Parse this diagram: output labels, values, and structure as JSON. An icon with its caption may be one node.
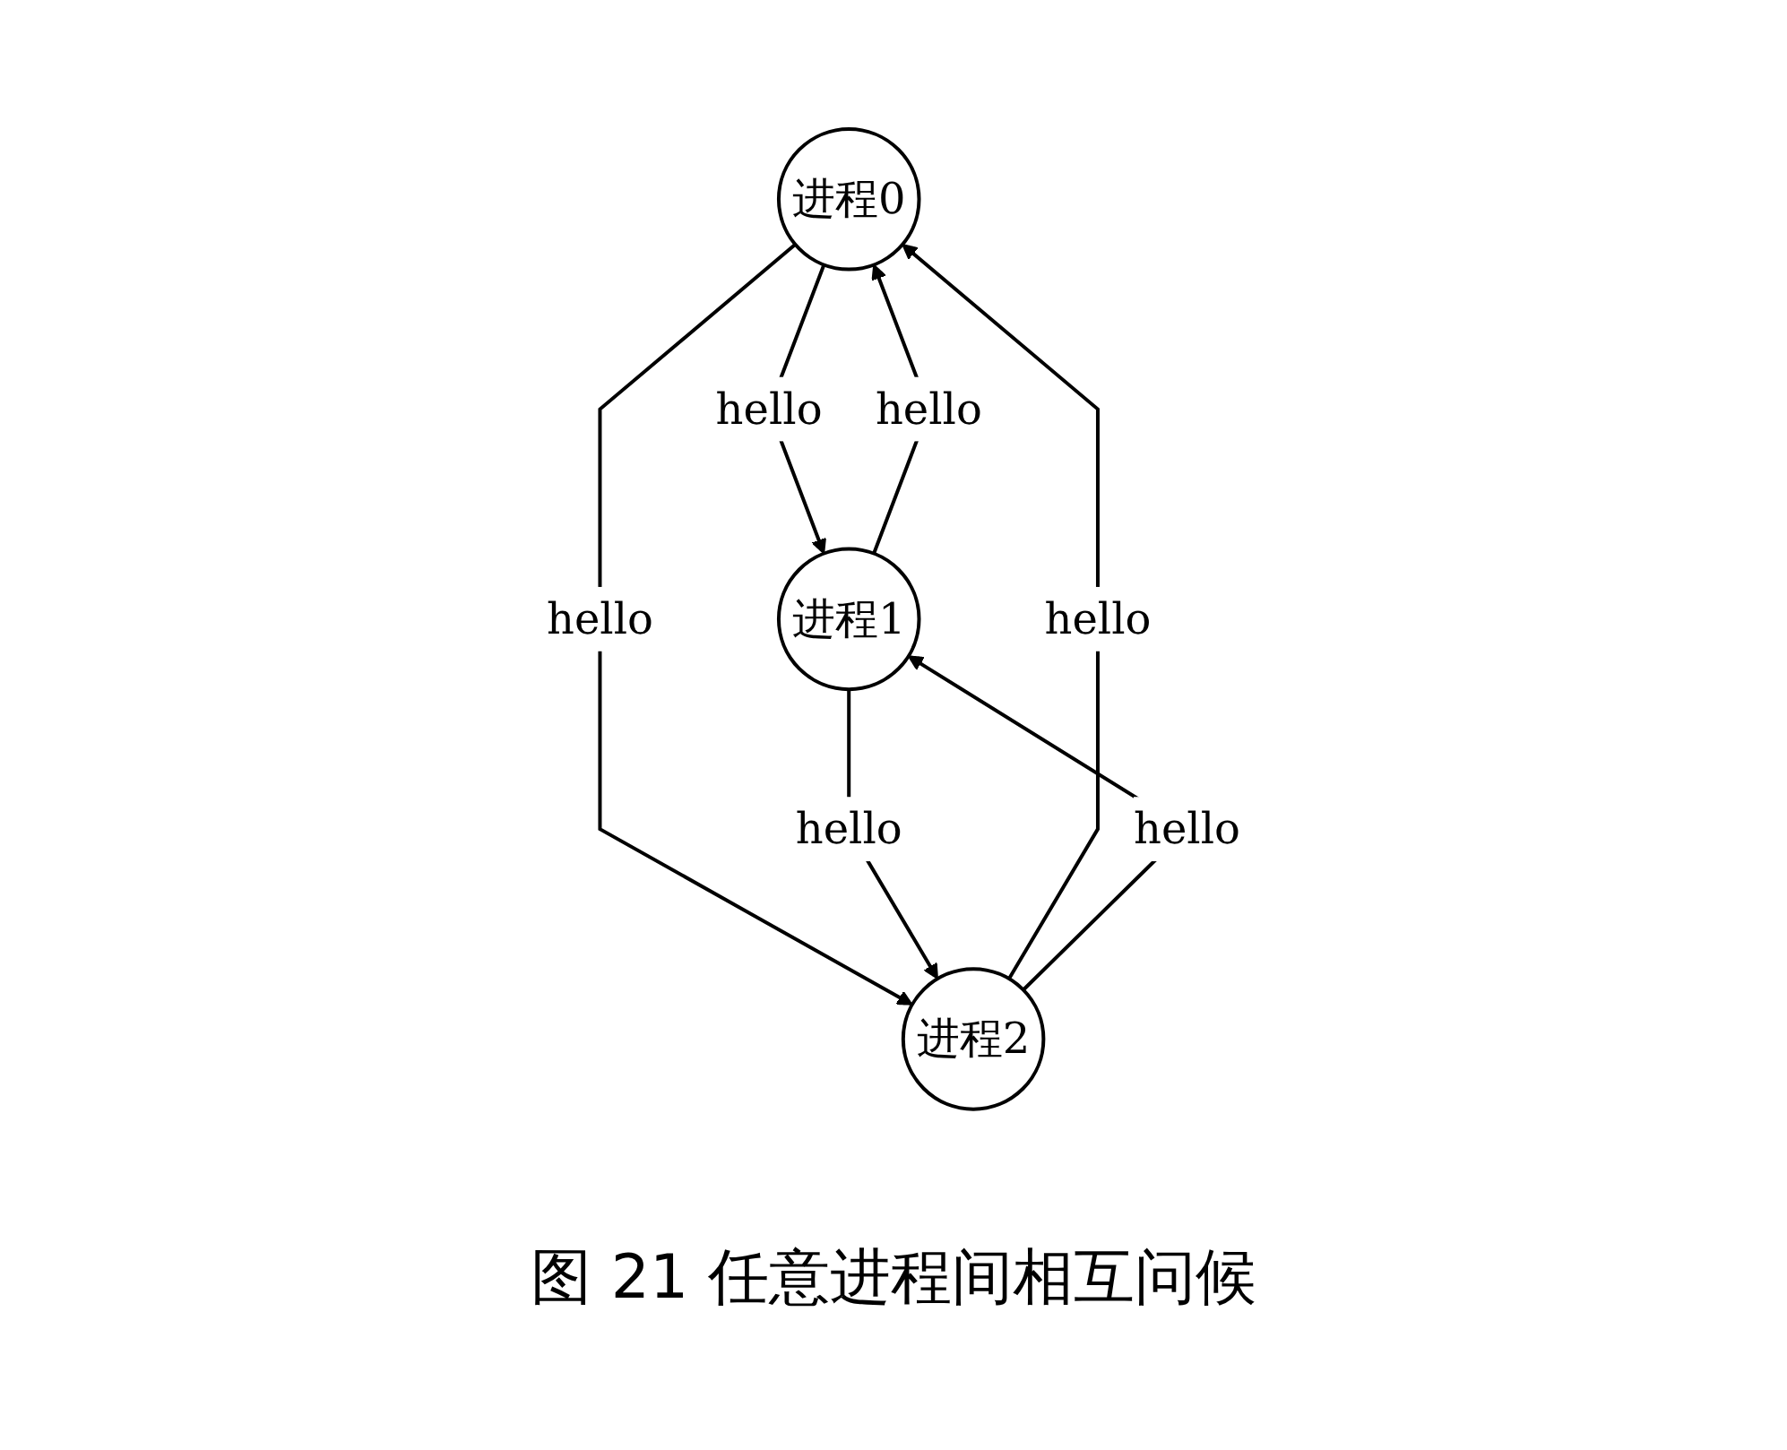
{
  "diagram": {
    "caption": "图 21 任意进程间相互问候",
    "nodes": [
      {
        "text": [
          "进程0"
        ]
      },
      {
        "text": [
          "进程1"
        ]
      },
      {
        "text": [
          "进程2"
        ]
      }
    ],
    "edges": [
      {
        "from": 1,
        "to": 0,
        "arrow": "to",
        "label": "hello"
      },
      {
        "from": 0,
        "to": 1,
        "arrow": "to",
        "label": "hello"
      },
      {
        "from": 0,
        "to": 2,
        "arrow": "to",
        "label": "hello"
      },
      {
        "from": 2,
        "to": 0,
        "arrow": "to",
        "label": "hello"
      },
      {
        "from": 1,
        "to": 2,
        "arrow": "to",
        "label": "hello"
      },
      {
        "from": 2,
        "to": 1,
        "arrow": "to",
        "label": "hello"
      }
    ]
  }
}
